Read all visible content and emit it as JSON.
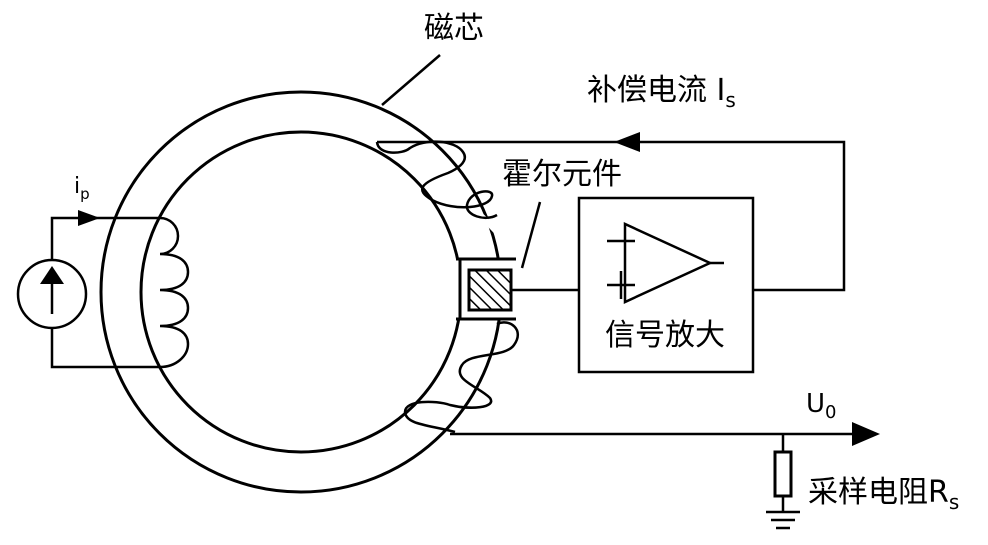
{
  "labels": {
    "core": "磁芯",
    "compensation_current": "补偿电流 I",
    "compensation_current_sub": "s",
    "hall_element": "霍尔元件",
    "primary_current": "i",
    "primary_current_sub": "p",
    "amplifier": "信号放大",
    "output_voltage": "U",
    "output_voltage_sub": "0",
    "sampling_resistor": "采样电阻R",
    "sampling_resistor_sub": "s"
  },
  "colors": {
    "stroke": "#000000",
    "background": "#ffffff"
  }
}
